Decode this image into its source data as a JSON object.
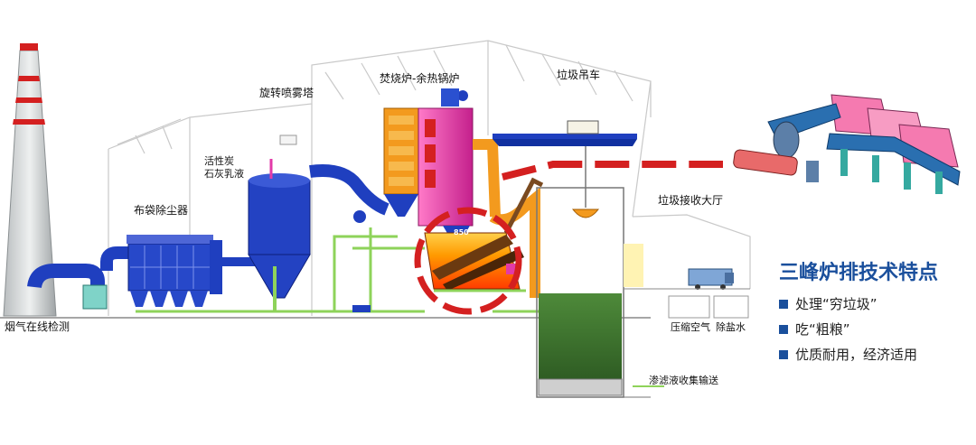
{
  "labels": {
    "chimney_monitor": "烟气在线检测",
    "baghouse": "布袋除尘器",
    "activated_carbon": "活性炭",
    "lime_slurry": "石灰乳液",
    "spray_tower": "旋转喷雾塔",
    "boiler": "焚烧炉-余热锅炉",
    "crane": "垃圾吊车",
    "reception_hall": "垃圾接收大厅",
    "compressed_air": "压缩空气",
    "demineralized_water": "除盐水",
    "leachate": "渗滤液收集输送",
    "temperature": "850°"
  },
  "feature_panel": {
    "title": "三峰炉排技术特点",
    "items": [
      "处理“穷垃圾”",
      "吃“粗粮”",
      "优质耐用，经济适用"
    ]
  },
  "colors": {
    "structure_blue": "#1f3fbf",
    "accent_orange": "#f39a1e",
    "boiler_magenta": "#e23aa8",
    "highlight_red": "#d42020",
    "pipe_green": "#8ed35a",
    "title_blue": "#1a4f9c"
  }
}
